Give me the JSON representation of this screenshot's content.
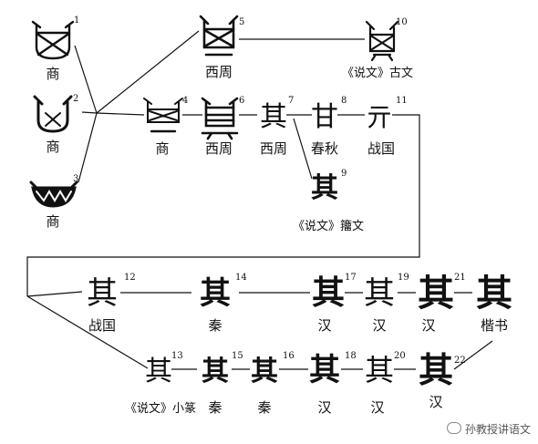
{
  "nodes": {
    "n1": {
      "num": "1",
      "label": "商",
      "glyph": ""
    },
    "n2": {
      "num": "2",
      "label": "商",
      "glyph": ""
    },
    "n3": {
      "num": "3",
      "label": "商",
      "glyph": ""
    },
    "n4": {
      "num": "4",
      "label": "商",
      "glyph": ""
    },
    "n5": {
      "num": "5",
      "label": "西周",
      "glyph": ""
    },
    "n6": {
      "num": "6",
      "label": "西周",
      "glyph": ""
    },
    "n7": {
      "num": "7",
      "label": "西周",
      "glyph": "其"
    },
    "n8": {
      "num": "8",
      "label": "春秋",
      "glyph": "甘"
    },
    "n9": {
      "num": "9",
      "label": "《说文》籒文",
      "glyph": "其"
    },
    "n10": {
      "num": "10",
      "label": "《说文》古文",
      "glyph": ""
    },
    "n11": {
      "num": "11",
      "label": "战国",
      "glyph": "亓"
    },
    "n12": {
      "num": "12",
      "label": "战国",
      "glyph": "其"
    },
    "n13": {
      "num": "13",
      "label": "《说文》小篆",
      "glyph": "其"
    },
    "n14": {
      "num": "14",
      "label": "秦",
      "glyph": "其"
    },
    "n15": {
      "num": "15",
      "label": "秦",
      "glyph": "其"
    },
    "n16": {
      "num": "16",
      "label": "秦",
      "glyph": "其"
    },
    "n17": {
      "num": "17",
      "label": "汉",
      "glyph": "其"
    },
    "n18": {
      "num": "18",
      "label": "汉",
      "glyph": "其"
    },
    "n19": {
      "num": "19",
      "label": "汉",
      "glyph": "其"
    },
    "n20": {
      "num": "20",
      "label": "汉",
      "glyph": "其"
    },
    "n21": {
      "num": "21",
      "label": "汉",
      "glyph": "其"
    },
    "n22": {
      "num": "22",
      "label": "汉",
      "glyph": "其"
    },
    "kaishu": {
      "num": "",
      "label": "楷书",
      "glyph": "其"
    }
  },
  "watermark": {
    "text": "孙教授讲语文",
    "icon": "wechat-icon"
  },
  "colors": {
    "ink": "#111111",
    "background": "#ffffff"
  }
}
